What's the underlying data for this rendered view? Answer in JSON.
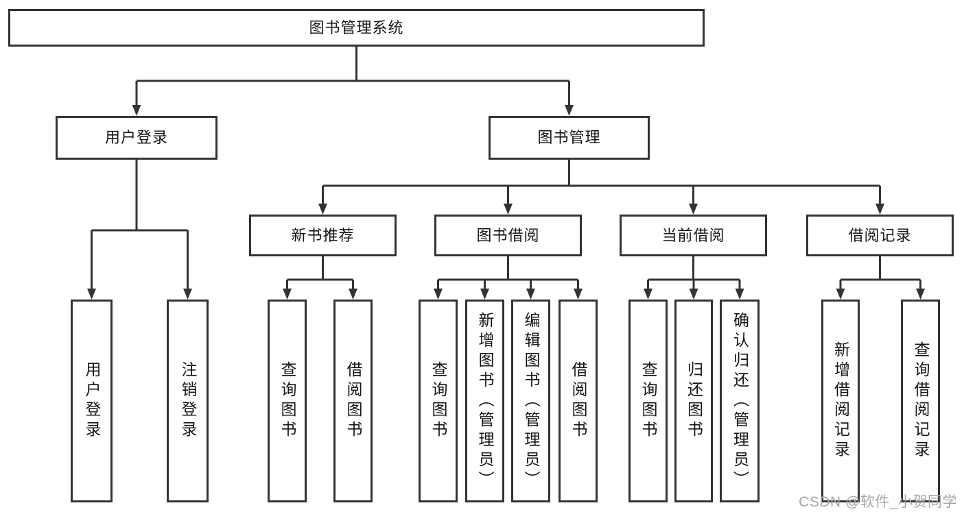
{
  "root": {
    "label": "图书管理系统"
  },
  "level2": [
    {
      "label": "用户登录"
    },
    {
      "label": "图书管理"
    }
  ],
  "level3": [
    {
      "label": "新书推荐"
    },
    {
      "label": "图书借阅"
    },
    {
      "label": "当前借阅"
    },
    {
      "label": "借阅记录"
    }
  ],
  "leaves": {
    "user": [
      "用户登录",
      "注销登录"
    ],
    "recommend": [
      "查询图书",
      "借阅图书"
    ],
    "borrow": [
      "查询图书",
      "新增图书（管理员）",
      "编辑图书（管理员）",
      "借阅图书"
    ],
    "current": [
      "查询图书",
      "归还图书",
      "确认归还（管理员）"
    ],
    "record": [
      "新增借阅记录",
      "查询借阅记录"
    ]
  },
  "watermark": "CSDN @软件_小贺同学",
  "colors": {
    "line": "#333333",
    "border": "#333333",
    "text": "#161616",
    "watermark": "#a6a6a6",
    "background": "#ffffff"
  }
}
